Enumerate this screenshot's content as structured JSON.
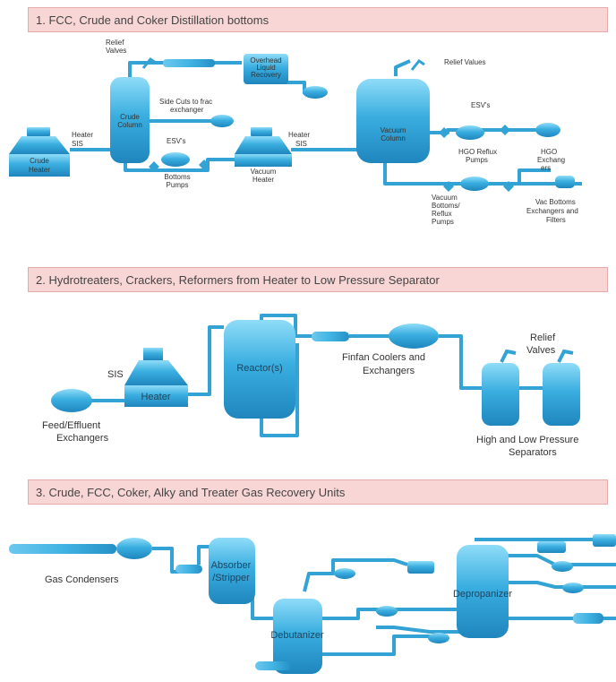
{
  "sections": [
    {
      "title": "1. FCC, Crude and Coker Distillation  bottoms"
    },
    {
      "title": "2. Hydrotreaters, Crackers, Reformers from Heater to Low Pressure Separator"
    },
    {
      "title": "3. Crude, FCC, Coker, Alky and Treater Gas Recovery Units"
    }
  ],
  "s1": {
    "crude_heater": [
      "Crude",
      "Heater"
    ],
    "heater_sis_1": [
      "Heater",
      "SIS"
    ],
    "relief_valves_left": [
      "Relief",
      "Valves"
    ],
    "crude_column": [
      "Crude",
      "Column"
    ],
    "overhead": [
      "Overhead",
      "Liquid",
      "Recovery"
    ],
    "side_cuts": [
      "Side Cuts to frac",
      "exchanger"
    ],
    "esvs_left": "ESV's",
    "bottoms_pumps": [
      "Bottoms",
      "Pumps"
    ],
    "heater_sis_2": [
      "Heater",
      "SIS"
    ],
    "vacuum_heater": [
      "Vacuum",
      "Heater"
    ],
    "vacuum_column": [
      "Vacuum",
      "Column"
    ],
    "relief_valves_right": "Relief Values",
    "esvs_right": "ESV's",
    "hgo_reflux": [
      "HGO Reflux",
      "Pumps"
    ],
    "hgo_exchang": [
      "HGO",
      "Exchang",
      "ers"
    ],
    "vacuum_bottoms": [
      "Vacuum",
      "Bottoms/",
      "Reflux",
      "Pumps"
    ],
    "vac_bottoms_ex": [
      "Vac Bottoms",
      "Exchangers  and",
      "Filters"
    ]
  },
  "s2": {
    "sis": "SIS",
    "heater": "Heater",
    "feed_effluent": [
      "Feed/Effluent",
      "Exchangers"
    ],
    "reactor": "Reactor(s)",
    "finfan": [
      "Finfan Coolers and",
      "Exchangers"
    ],
    "relief": [
      "Relief",
      "Valves"
    ],
    "separators": [
      "High and Low Pressure",
      "Separators"
    ]
  },
  "s3": {
    "gas_condensers": "Gas Condensers",
    "absorber": [
      "Absorber",
      "/Stripper"
    ],
    "debutanizer": "Debutanizer",
    "depropanizer": "Depropanizer"
  },
  "colors": {
    "equipment": "#3aaee0",
    "pipe": "#33a3d6",
    "banner": "#f8d6d6"
  }
}
